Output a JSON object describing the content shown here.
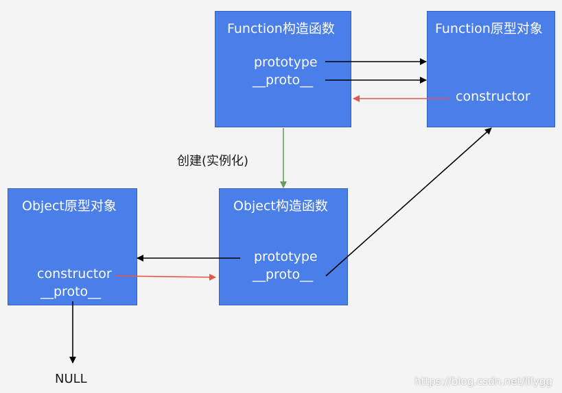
{
  "boxes": {
    "function_ctor": {
      "title": "Function构造函数",
      "prototype": "prototype",
      "proto": "__proto__"
    },
    "function_proto_obj": {
      "title": "Function原型对象",
      "constructor": "constructor"
    },
    "object_ctor": {
      "title": "Object构造函数",
      "prototype": "prototype",
      "proto": "__proto__"
    },
    "object_proto_obj": {
      "title": "Object原型对象",
      "constructor": "constructor",
      "proto": "__proto__"
    }
  },
  "labels": {
    "instantiate": "创建(实例化)",
    "null": "NULL"
  },
  "watermark": "https://blog.csdn.net/lilygg",
  "colors": {
    "box_fill": "#4a7ee8",
    "arrow_black": "#000000",
    "arrow_red": "#e8554a",
    "arrow_green": "#5fa05f"
  }
}
